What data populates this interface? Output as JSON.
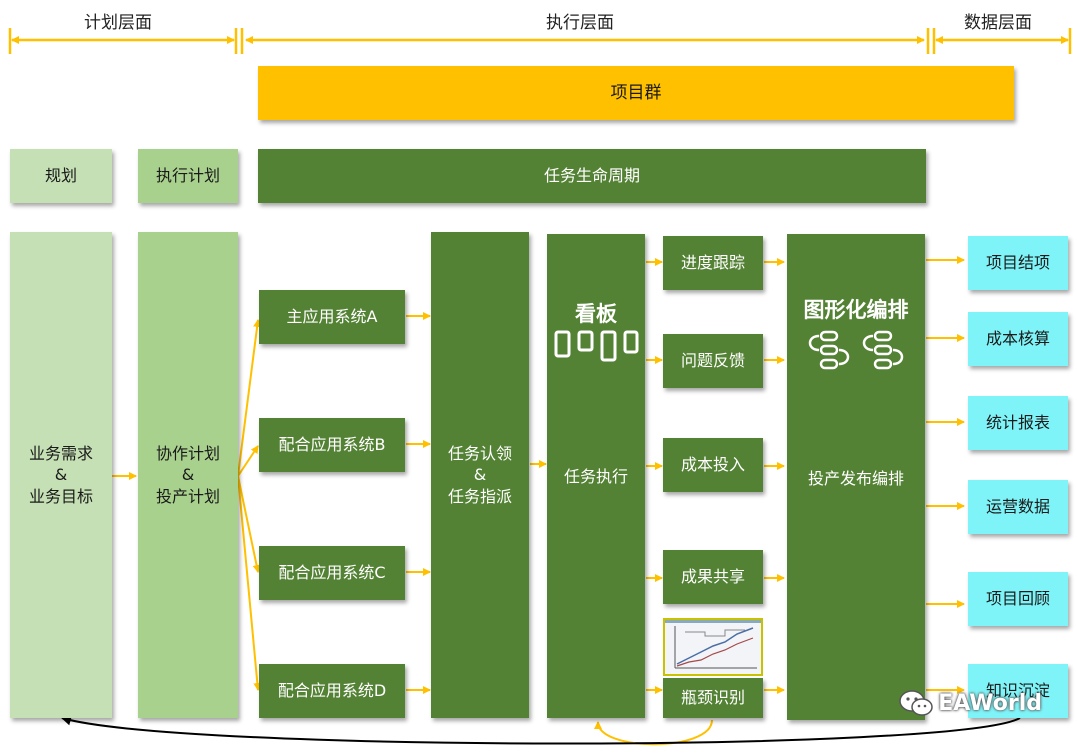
{
  "headers": {
    "plan": "计划层面",
    "exec": "执行层面",
    "data": "数据层面"
  },
  "project_group": "项目群",
  "row2": {
    "plan": "规划",
    "exec_plan": "执行计划",
    "lifecycle": "任务生命周期"
  },
  "col1": {
    "line1": "业务需求",
    "amp": "&",
    "line2": "业务目标"
  },
  "col2": {
    "line1": "协作计划",
    "amp": "&",
    "line2": "投产计划"
  },
  "systems": [
    "主应用系统A",
    "配合应用系统B",
    "配合应用系统C",
    "配合应用系统D"
  ],
  "task_claim": {
    "line1": "任务认领",
    "amp": "&",
    "line2": "任务指派"
  },
  "kanban": {
    "title": "看板",
    "label": "任务执行"
  },
  "exec_items": [
    "进度跟踪",
    "问题反馈",
    "成本投入",
    "成果共享",
    "瓶颈识别"
  ],
  "orchestration": {
    "title": "图形化编排",
    "label": "投产发布编排"
  },
  "outputs": [
    "项目结项",
    "成本核算",
    "统计报表",
    "运营数据",
    "项目回顾",
    "知识沉淀"
  ],
  "watermark": "EAWorld",
  "colors": {
    "header_line": "#ffc000",
    "arrow": "#ffc000",
    "dark_green": "#548235",
    "light_green": "#c5e0b4",
    "cyan": "#7ff4f8",
    "gold": "#ffc000"
  }
}
